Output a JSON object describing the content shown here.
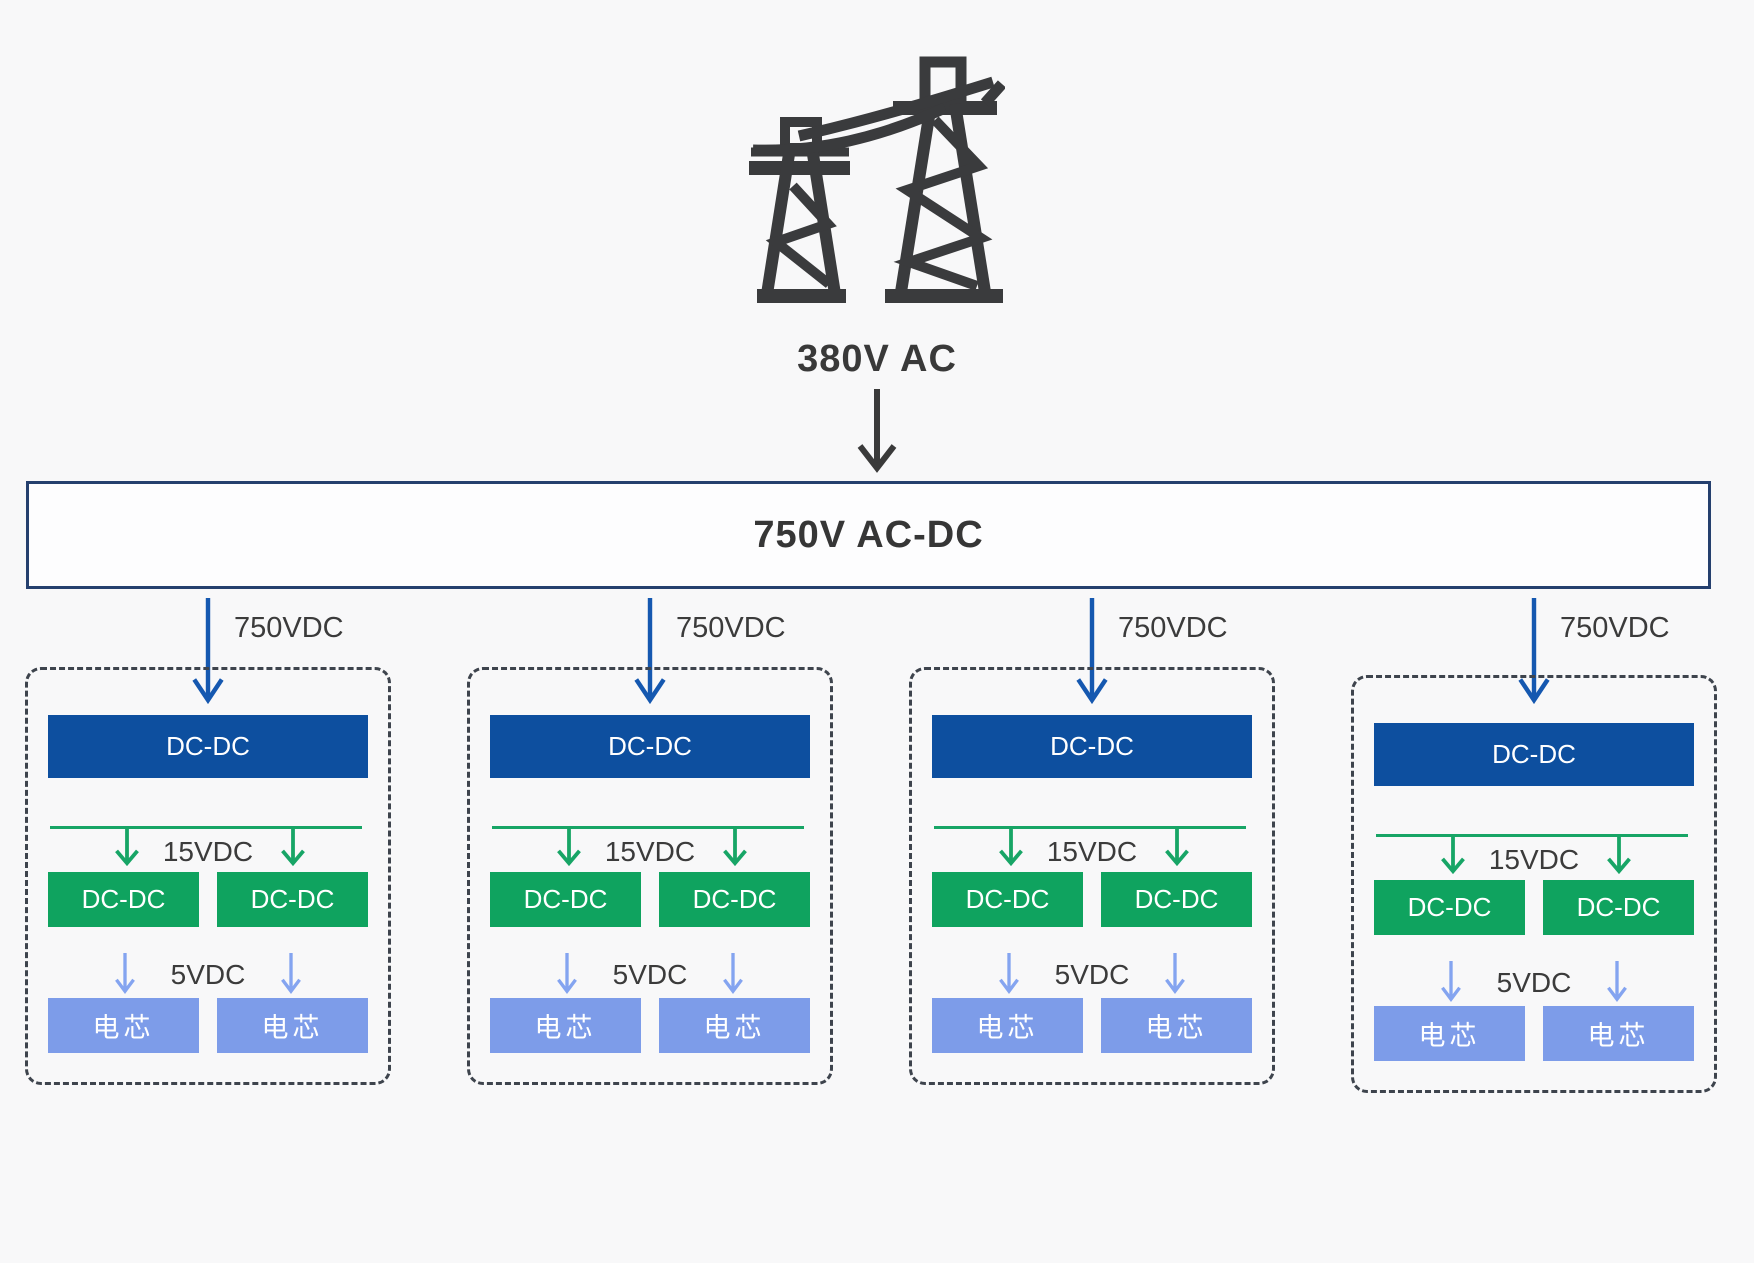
{
  "hero": {
    "icon": "transmission-towers",
    "voltage_label": "380V AC"
  },
  "main_converter": {
    "label": "750V AC-DC"
  },
  "branches": [
    {
      "input_label": "750VDC",
      "primary_converter": "DC-DC",
      "mid_voltage_label": "15VDC",
      "secondary_converters": [
        "DC-DC",
        "DC-DC"
      ],
      "low_voltage_label": "5VDC",
      "cells": [
        "电芯",
        "电芯"
      ]
    },
    {
      "input_label": "750VDC",
      "primary_converter": "DC-DC",
      "mid_voltage_label": "15VDC",
      "secondary_converters": [
        "DC-DC",
        "DC-DC"
      ],
      "low_voltage_label": "5VDC",
      "cells": [
        "电芯",
        "电芯"
      ]
    },
    {
      "input_label": "750VDC",
      "primary_converter": "DC-DC",
      "mid_voltage_label": "15VDC",
      "secondary_converters": [
        "DC-DC",
        "DC-DC"
      ],
      "low_voltage_label": "5VDC",
      "cells": [
        "电芯",
        "电芯"
      ]
    },
    {
      "input_label": "750VDC",
      "primary_converter": "DC-DC",
      "mid_voltage_label": "15VDC",
      "secondary_converters": [
        "DC-DC",
        "DC-DC"
      ],
      "low_voltage_label": "5VDC",
      "cells": [
        "电芯",
        "电芯"
      ]
    }
  ],
  "colors": {
    "primary_converter_blue": "#0d4f9f",
    "secondary_converter_green": "#0fa35f",
    "cell_blue": "#7d9ce9",
    "bus_green": "#17a566",
    "feed_arrow_blue": "#1558b0",
    "low_arrow_blue": "#84a4f0",
    "outline_navy": "#25406e",
    "dashed_border": "#3e444d",
    "text_dark": "#3a3a3a",
    "background": "#f8f8f9"
  }
}
